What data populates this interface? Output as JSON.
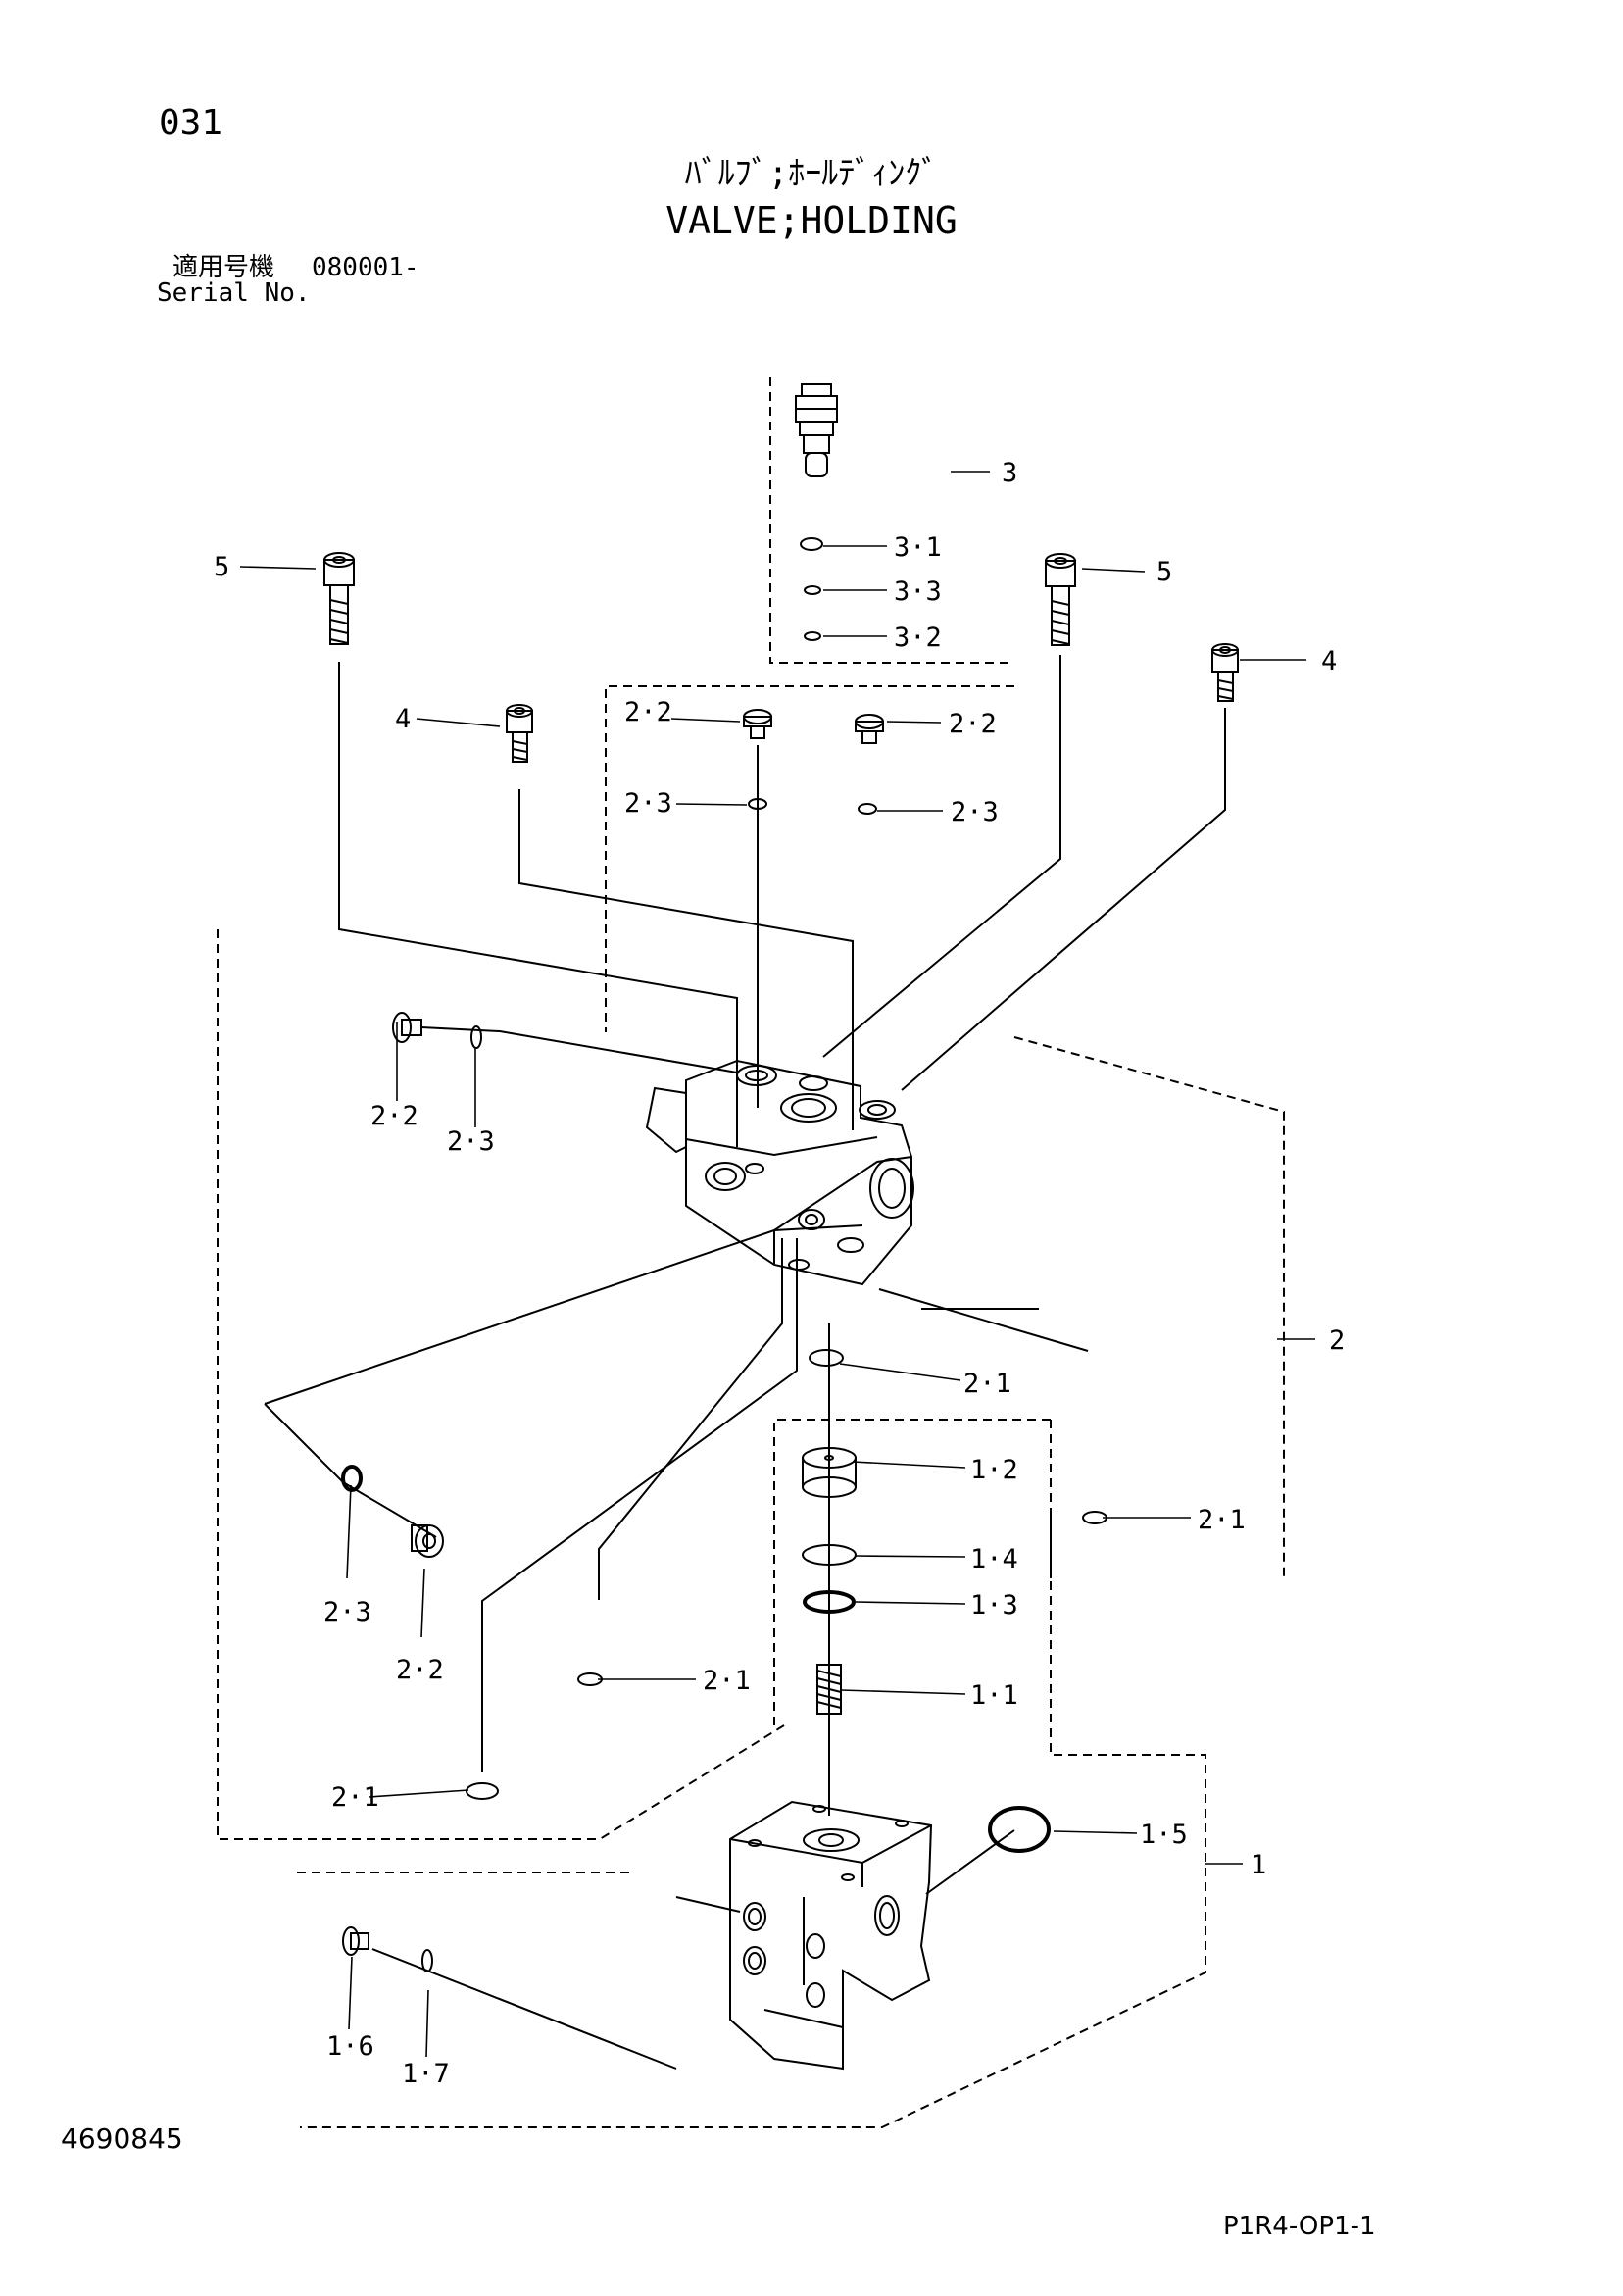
{
  "header": {
    "page_number": "031",
    "title_jp": "ﾊﾞﾙﾌﾞ;ﾎｰﾙﾃﾞｨﾝｸﾞ",
    "title_en": "VALVE;HOLDING",
    "serial_label_jp": "適用号機",
    "serial_value": "080001-",
    "serial_label_en": "Serial No."
  },
  "callouts": {
    "c3": "3",
    "c3_1": "3·1",
    "c3_3": "3·3",
    "c3_2": "3·2",
    "c5_left": "5",
    "c5_right": "5",
    "c4_left": "4",
    "c4_right": "4",
    "c2_2_top_left": "2·2",
    "c2_2_top_right": "2·2",
    "c2_3_top_left": "2·3",
    "c2_3_top_right": "2·3",
    "c2_2_side": "2·2",
    "c2_3_side": "2·3",
    "c2": "2",
    "c2_1_a": "2·1",
    "c1_2": "1·2",
    "c2_1_b": "2·1",
    "c1_4": "1·4",
    "c1_3": "1·3",
    "c2_3_low": "2·3",
    "c2_2_low": "2·2",
    "c2_1_c": "2·1",
    "c1_1": "1·1",
    "c2_1_d": "2·1",
    "c1_5": "1·5",
    "c1": "1",
    "c1_6": "1·6",
    "c1_7": "1·7"
  },
  "footer": {
    "document_number": "4690845",
    "page_code": "P1R4-OP1-1"
  }
}
